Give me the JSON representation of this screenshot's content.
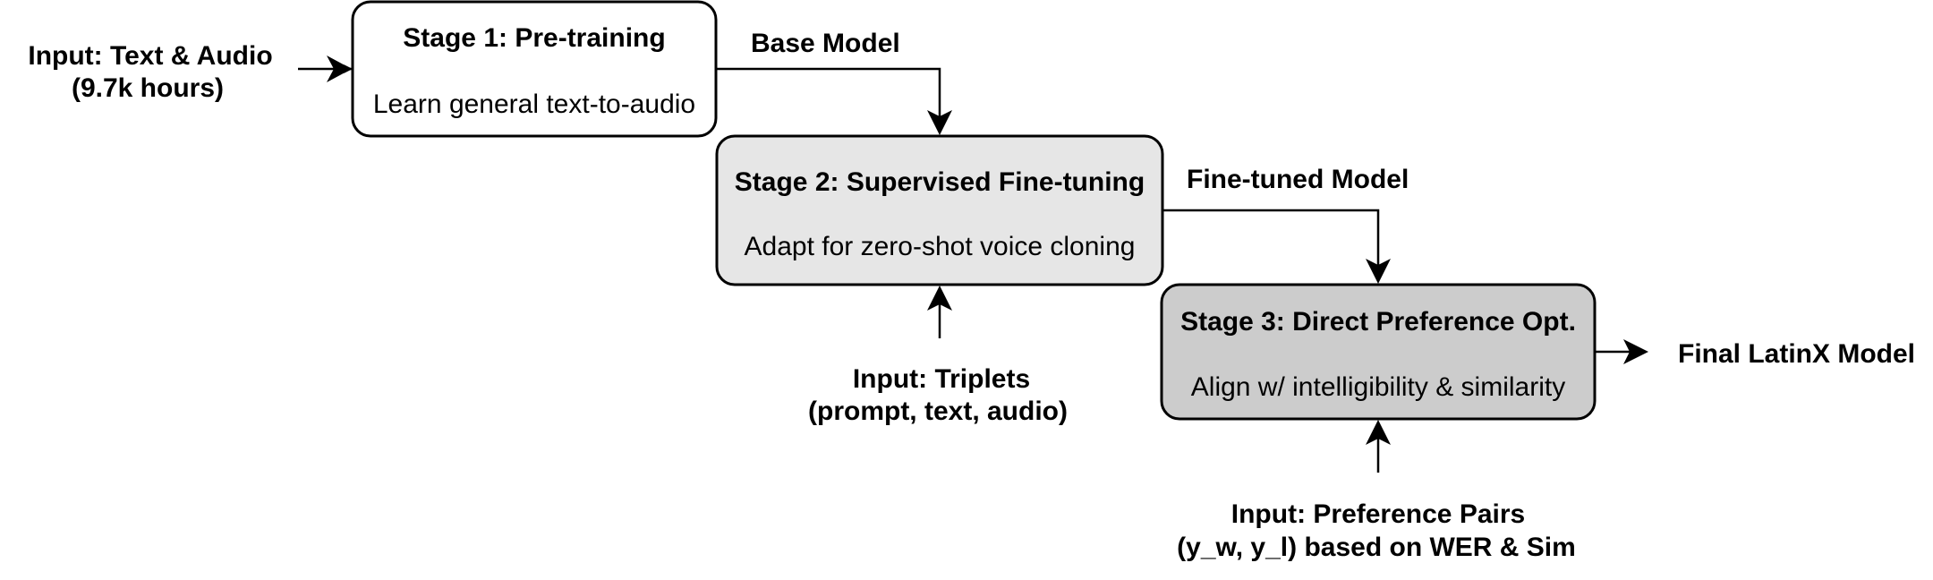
{
  "inputs": {
    "text_audio": {
      "line1": "Input: Text & Audio",
      "line2": "(9.7k hours)"
    },
    "triplets": {
      "line1": "Input: Triplets",
      "line2": "(prompt, text, audio)"
    },
    "preference_pairs": {
      "line1": "Input: Preference Pairs",
      "line2": "(y_w, y_l) based on WER & Sim"
    }
  },
  "stages": [
    {
      "title": "Stage 1: Pre-training",
      "description": "Learn general text-to-audio",
      "fill": "#ffffff"
    },
    {
      "title": "Stage 2: Supervised Fine-tuning",
      "description": "Adapt for zero-shot voice cloning",
      "fill": "#e6e6e6"
    },
    {
      "title": "Stage 3: Direct Preference Opt.",
      "description": "Align w/ intelligibility & similarity",
      "fill": "#cccccc"
    }
  ],
  "edges": {
    "base_model": "Base Model",
    "finetuned_model": "Fine-tuned Model"
  },
  "output": {
    "final_model": "Final LatinX Model"
  }
}
